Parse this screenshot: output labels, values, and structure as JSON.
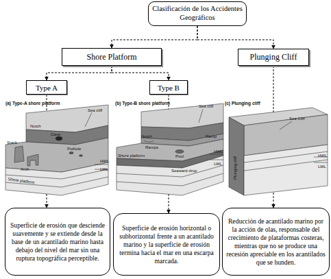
{
  "diagram": {
    "nodes": [
      {
        "text": [
          "Clasificación de los Accidentes Geográficos"
        ]
      },
      {
        "text": [
          "Shore Platform"
        ]
      },
      {
        "text": [
          "Plunging Cliff"
        ]
      },
      {
        "text": [
          "Type A"
        ]
      },
      {
        "text": [
          "Type B"
        ]
      },
      {
        "text": [
          "Superficie de erosión que desciende suavemente y se extiende desde la base de un acantilado marino hasta debajo del nivel del mar sin una ruptura topográfica perceptible."
        ]
      },
      {
        "text": [
          "Superficie de erosión horizontal o subhorizontal frente a un acantilado marino y la superficie de erosión termina hacia el mar en una escarpa marcada."
        ]
      },
      {
        "text": [
          "Reducción de acantilado marino por la acción de olas, responsable del crecimiento de plataformas costeras, mientras que no se produce una recesión apreciable en los acantilados que se hunden."
        ]
      }
    ],
    "edges": [
      {
        "from": 0,
        "to": 1,
        "arrow": "to"
      },
      {
        "from": 0,
        "to": 2,
        "arrow": "to"
      },
      {
        "from": 1,
        "to": 3,
        "arrow": "to"
      },
      {
        "from": 1,
        "to": 4,
        "arrow": "to"
      },
      {
        "from": 3,
        "to": 5,
        "arrow": "to"
      },
      {
        "from": 4,
        "to": 6,
        "arrow": "to"
      },
      {
        "from": 2,
        "to": 7,
        "arrow": "to"
      }
    ],
    "labels": [
      "(a) Type-A shore platform",
      "Sea cliff",
      "Notch",
      "Cave",
      "Pothole",
      "Stack",
      "Arch",
      "Shore platform",
      "HWL",
      "LWL",
      "(b) Type-B shore platform",
      "Sea cliff",
      "Ramp",
      "Pool",
      "Notch",
      "Ramps",
      "Shore platform",
      "Seaward drop",
      "HWL",
      "LWL",
      "(c) Plunging cliff",
      "Sea Cliff",
      "Plunging cliff",
      "HWL",
      "LWL"
    ]
  }
}
